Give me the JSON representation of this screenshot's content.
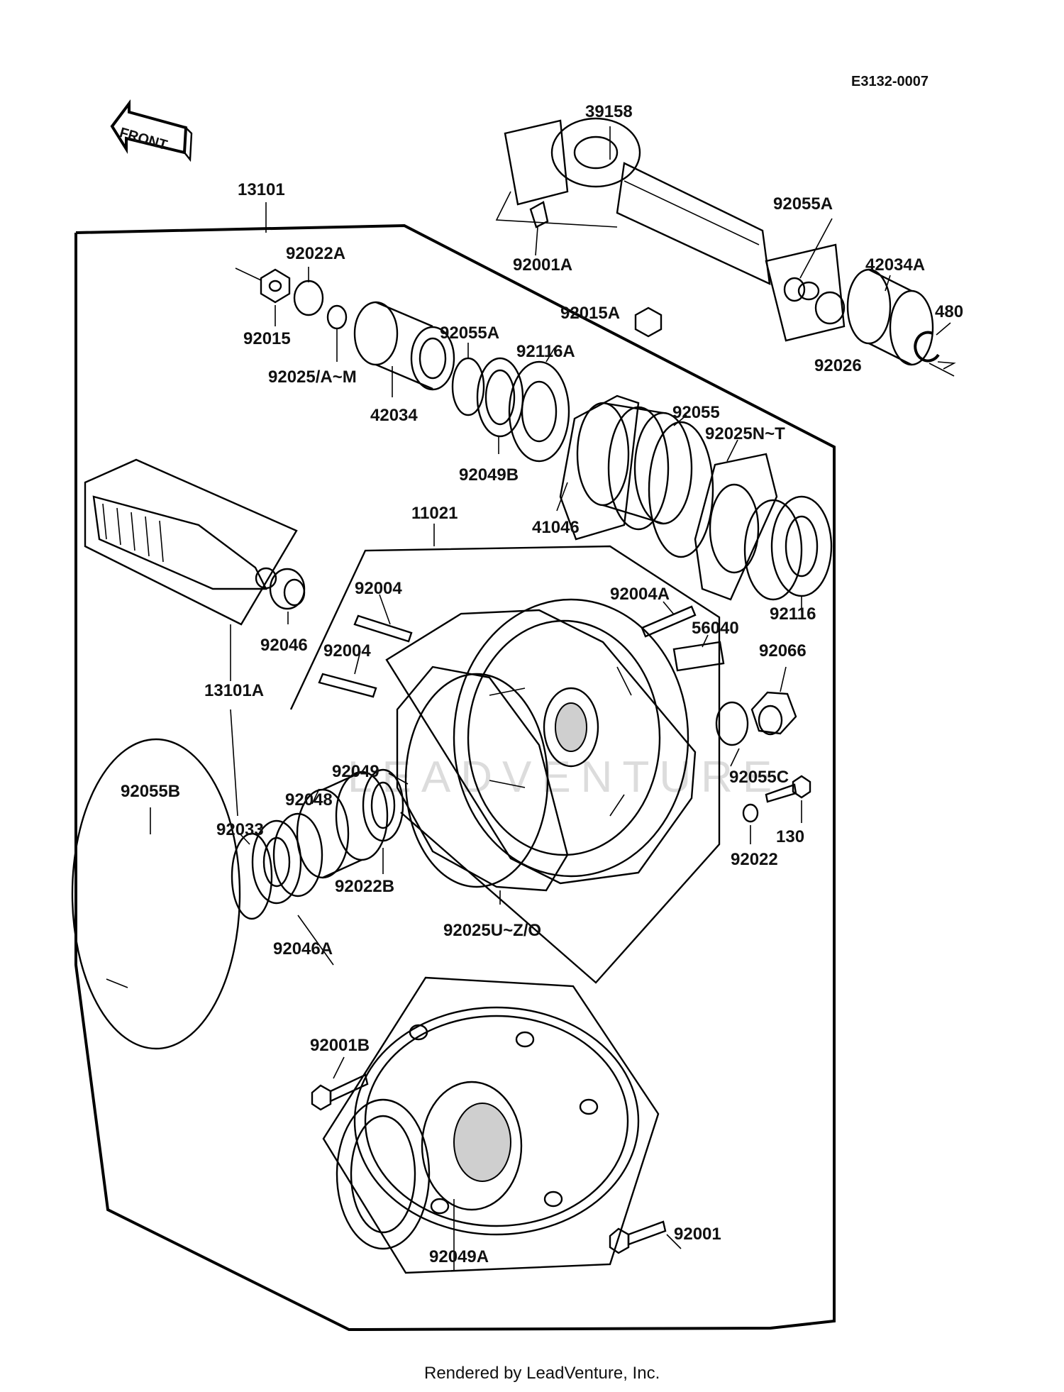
{
  "header": {
    "diagram_code": "E3132-0007"
  },
  "front_arrow": {
    "label": "FRONT"
  },
  "watermark": "LEADVENTURE",
  "footer": {
    "credit": "Rendered by LeadVenture, Inc."
  },
  "parts": {
    "p39158": "39158",
    "p13101": "13101",
    "p92055A_top": "92055A",
    "p42034A": "42034A",
    "p92022A": "92022A",
    "p92001A": "92001A",
    "p480": "480",
    "p92015A": "92015A",
    "p92015": "92015",
    "p92055A_mid": "92055A",
    "p92026": "92026",
    "p92116A": "92116A",
    "p92025AM": "92025/A~M",
    "p42034": "42034",
    "p92055": "92055",
    "p92025NT": "92025N~T",
    "p92049B": "92049B",
    "p41046": "41046",
    "p11021": "11021",
    "p92004_top": "92004",
    "p92004A": "92004A",
    "p92046": "92046",
    "p56040": "56040",
    "p92004_mid": "92004",
    "p92116": "92116",
    "p92066": "92066",
    "p13101A": "13101A",
    "p92049": "92049",
    "p92055C": "92055C",
    "p92055B": "92055B",
    "p92048": "92048",
    "p92033": "92033",
    "p130": "130",
    "p92022": "92022",
    "p92022B": "92022B",
    "p92025UZO": "92025U~Z/O",
    "p92046A": "92046A",
    "p92001B": "92001B",
    "p92001": "92001",
    "p92049A": "92049A"
  }
}
